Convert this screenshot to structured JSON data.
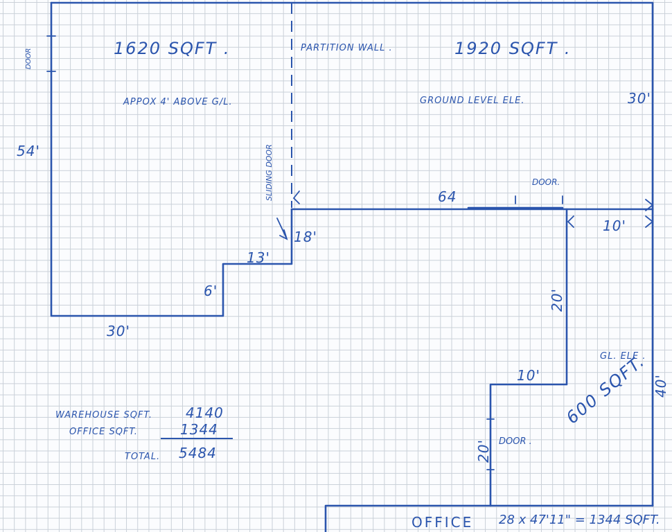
{
  "title": "",
  "areas": {
    "left_sqft": "1620 SQFT .",
    "left_note": "APPOX 4' ABOVE G/L.",
    "right_sqft": "1920 SQFT .",
    "partition": "PARTITION WALL .",
    "right_note": "GROUND LEVEL ELE.",
    "lower_note": "GL. ELE .",
    "lower_sqft": "600 SQFT."
  },
  "doors": {
    "top_left": "DOOR",
    "sliding": "SLIDING DOOR",
    "mid": "DOOR.",
    "lower": "DOOR ."
  },
  "dimensions": {
    "d54": "54'",
    "d30_right": "30'",
    "d64": "64",
    "d18": "18'",
    "d13": "13'",
    "d6": "6'",
    "d30_bottom": "30'",
    "d10_right": "10'",
    "d20_upper": "20'",
    "d10_step": "10'",
    "d20_lower": "20'",
    "d40": "40'"
  },
  "summary": {
    "warehouse_label": "WAREHOUSE SQFT.",
    "warehouse_value": "4140",
    "office_label": "OFFICE SQFT.",
    "office_value": "1344",
    "total_label": "TOTAL.",
    "total_value": "5484"
  },
  "office_footer": {
    "label": "OFFICE",
    "calc": "28 x 47'11\" = 1344 SQFT."
  },
  "ink_color": "#2b55ad"
}
